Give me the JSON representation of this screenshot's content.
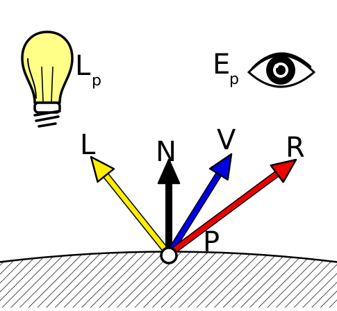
{
  "labels": {
    "light_main": "L",
    "light_sub": "p",
    "eye_main": "E",
    "eye_sub": "p",
    "vec_L": "L",
    "vec_N": "N",
    "vec_V": "V",
    "vec_R": "R",
    "point": "P"
  },
  "icons": {
    "light": "lightbulb-icon",
    "eye": "eye-icon"
  },
  "colors": {
    "L": "#ffee00",
    "N": "#000000",
    "V": "#0000e6",
    "R": "#ee0000",
    "bulb": "#ffff88"
  }
}
